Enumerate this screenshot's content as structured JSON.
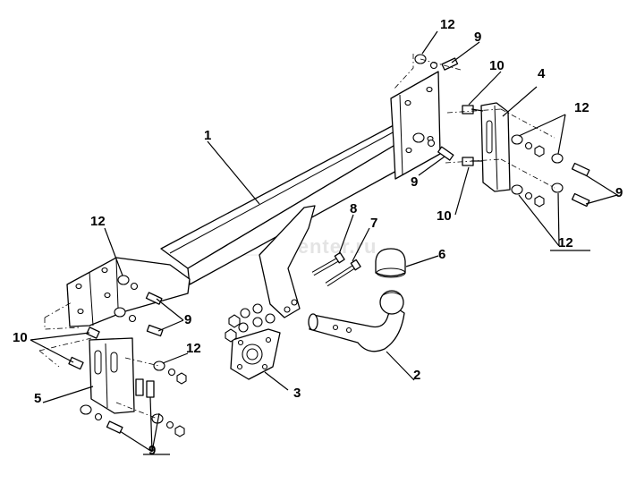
{
  "watermark": "fa____center.ru",
  "callouts": {
    "frame": "1",
    "ball_arm": "2",
    "socket_plate": "3",
    "right_bracket": "4",
    "left_bracket": "5",
    "ball_cap": "6",
    "bolt_7": "7",
    "bolt_8": "8",
    "bolt_tr": "9",
    "bolt_tr_lower": "9",
    "bolt_right": "9",
    "bolt_left_upper": "9",
    "bolt_left_lower": "9",
    "bolt_10_top": "10",
    "bolt_10_mid": "10",
    "bolt_10_left": "10",
    "washer_top": "12",
    "washer_right_upper": "12",
    "washer_right_lower": "12",
    "washer_left_top": "12",
    "washer_left_mid": "12"
  }
}
